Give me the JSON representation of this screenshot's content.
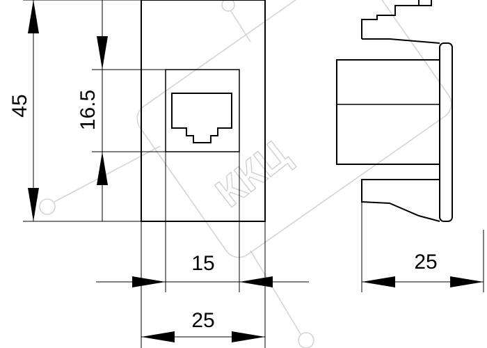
{
  "watermark": {
    "text": "ККЦ"
  },
  "dimensions": {
    "total_height": "45",
    "jack_height": "16.5",
    "jack_width": "15",
    "front_width": "25",
    "side_depth": "25"
  }
}
